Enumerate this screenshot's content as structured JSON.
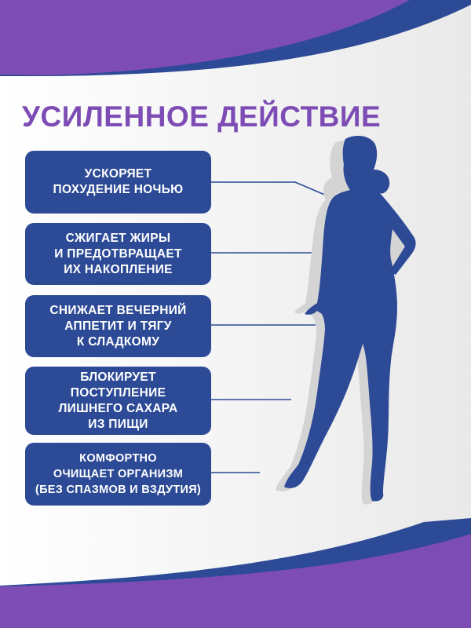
{
  "title": "УСИЛЕННОЕ ДЕЙСТВИЕ",
  "colors": {
    "purple": "#7d4cb5",
    "blue": "#2c4a96",
    "shadow": "#d6d6d6",
    "background": "#f3f3f3"
  },
  "benefits": [
    {
      "text": "УСКОРЯЕТ\nПОХУДЕНИЕ НОЧЬЮ"
    },
    {
      "text": "СЖИГАЕТ ЖИРЫ\nИ ПРЕДОТВРАЩАЕТ\nИХ НАКОПЛЕНИЕ"
    },
    {
      "text": "СНИЖАЕТ ВЕЧЕРНИЙ\nАППЕТИТ И ТЯГУ\nК СЛАДКОМУ"
    },
    {
      "text": "БЛОКИРУЕТ\nПОСТУПЛЕНИЕ\nЛИШНЕГО САХАРА\nИЗ ПИЩИ"
    },
    {
      "text": "КОМФОРТНО\nОЧИЩАЕТ ОРГАНИЗМ\n(БЕЗ СПАЗМОВ И ВЗДУТИЯ)"
    }
  ],
  "figure": {
    "icon": "woman-silhouette-icon"
  }
}
